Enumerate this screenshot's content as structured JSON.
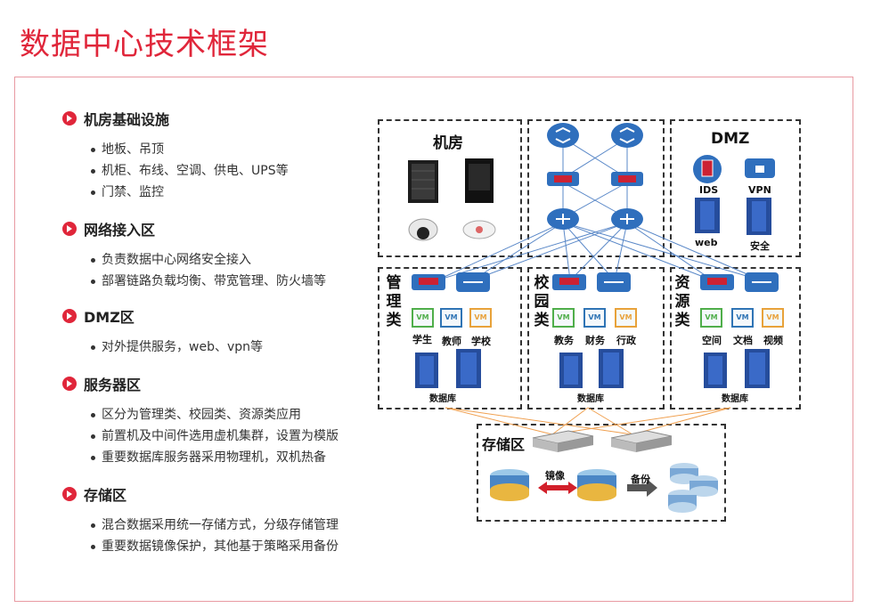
{
  "page_title": "数据中心技术框架",
  "colors": {
    "accent": "#e0263a",
    "frame": "#e89aa2",
    "vm_green": "#4fae4a",
    "vm_blue": "#2f74b5",
    "vm_orange": "#e8a23a"
  },
  "sections": [
    {
      "title": "机房基础设施",
      "items": [
        "地板、吊顶",
        "机柜、布线、空调、供电、UPS等",
        "门禁、监控"
      ]
    },
    {
      "title": "网络接入区",
      "items": [
        "负责数据中心网络安全接入",
        "部署链路负载均衡、带宽管理、防火墙等"
      ]
    },
    {
      "title": "DMZ区",
      "items": [
        "对外提供服务，web、vpn等"
      ]
    },
    {
      "title": "服务器区",
      "items": [
        "区分为管理类、校园类、资源类应用",
        "前置机及中间件选用虚机集群，设置为模版",
        "重要数据库服务器采用物理机，双机热备"
      ]
    },
    {
      "title": "存储区",
      "items": [
        "混合数据采用统一存储方式，分级存储管理",
        "重要数据镜像保护，其他基于策略采用备份"
      ]
    }
  ],
  "diagram": {
    "machine_room": "机房",
    "dmz": {
      "title": "DMZ",
      "ids": "IDS",
      "vpn": "VPN",
      "web": "web",
      "security": "安全"
    },
    "groups": [
      {
        "label": "管理类",
        "vms": [
          "学生",
          "教师",
          "学校"
        ],
        "db": "数据库"
      },
      {
        "label": "校园类",
        "vms": [
          "教务",
          "财务",
          "行政"
        ],
        "db": "数据库"
      },
      {
        "label": "资源类",
        "vms": [
          "空间",
          "文档",
          "视频"
        ],
        "db": "数据库"
      }
    ],
    "vm_text": "VM",
    "storage": {
      "title": "存储区",
      "mirror": "镜像",
      "backup": "备份"
    }
  }
}
